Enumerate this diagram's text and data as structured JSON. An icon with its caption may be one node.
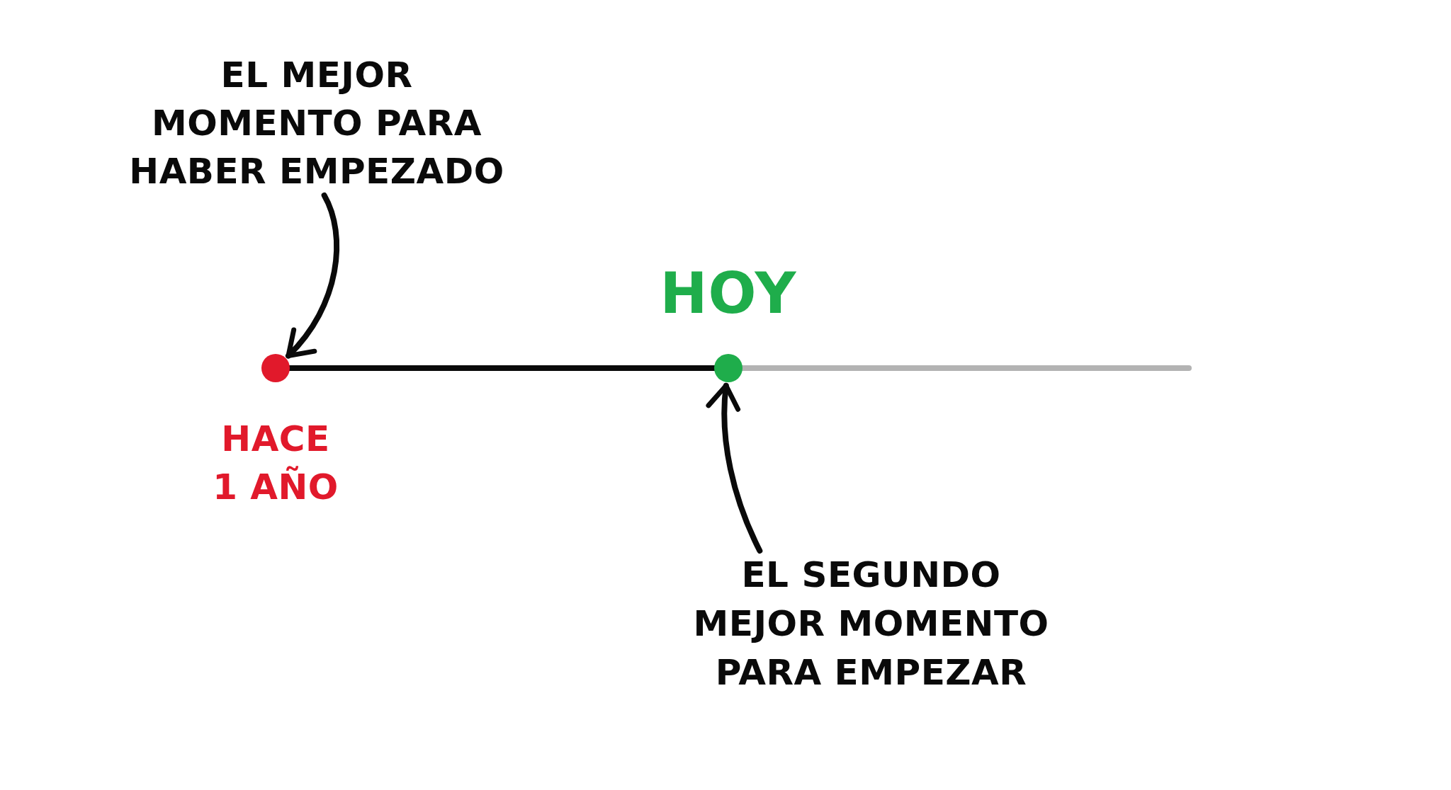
{
  "diagram": {
    "nodes": [
      {
        "text": [
          "EL MEJOR MOMENTO PARA HABER EMPEZADO"
        ]
      },
      {
        "text": [],
        "shape": "circle",
        "beside": [
          "HACE 1 AÑO"
        ]
      },
      {
        "text": [],
        "shape": "circle",
        "beside": [
          "HOY"
        ]
      },
      {
        "text": [
          "EL SEGUNDO MEJOR MOMENTO PARA EMPEZAR"
        ]
      }
    ],
    "edges": [
      {
        "from": 0,
        "to": 1,
        "arrow": "to"
      },
      {
        "from": 1,
        "to": 2,
        "arrow": "none"
      },
      {
        "from": 2,
        "to": null,
        "arrow": "none",
        "color": "#b3b3b3"
      },
      {
        "from": 3,
        "to": 2,
        "arrow": "to"
      }
    ]
  }
}
